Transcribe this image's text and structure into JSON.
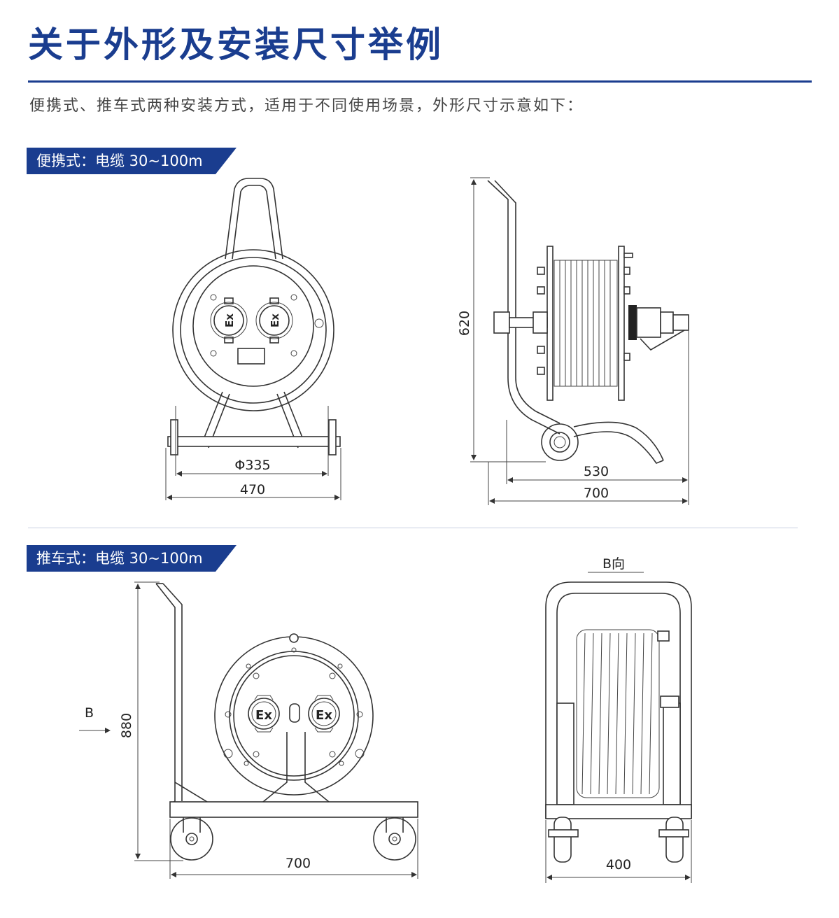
{
  "header": {
    "title": "关于外形及安装尺寸举例",
    "intro": "便携式、推车式两种安装方式，适用于不同使用场景，外形尺寸示意如下："
  },
  "sections": [
    {
      "label": "便携式：电缆 30~100m"
    },
    {
      "label": "推车式：电缆 30~100m"
    }
  ],
  "portable": {
    "front": {
      "dim_diameter": "Φ335",
      "dim_width": "470",
      "ex_mark": "Ex"
    },
    "side": {
      "dim_height": "620",
      "dim_depth_inner": "530",
      "dim_depth": "700"
    }
  },
  "cart": {
    "side": {
      "dim_height": "880",
      "dim_length": "700",
      "view_arrow": "B",
      "ex_mark": "Ex"
    },
    "back": {
      "view_label": "B向",
      "dim_width": "400"
    }
  },
  "colors": {
    "brand": "#1a3d8f",
    "line": "#333333",
    "separator": "#c8d0e0"
  }
}
